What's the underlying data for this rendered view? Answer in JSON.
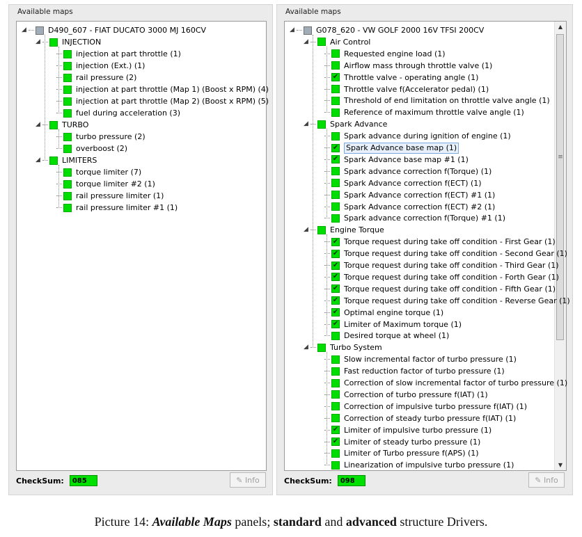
{
  "left_panel": {
    "title": "Available maps",
    "checksum_label": "CheckSum:",
    "checksum_value": "085",
    "info_button": "Info",
    "tree": [
      {
        "label": "D490_607 - FIAT DUCATO 3000 MJ 160CV",
        "level": 0,
        "box": "n",
        "exp": "◢"
      },
      {
        "label": "INJECTION",
        "level": 1,
        "box": "g",
        "exp": "◢"
      },
      {
        "label": "injection at part throttle (1)",
        "level": 2,
        "box": "g"
      },
      {
        "label": "injection (Ext.) (1)",
        "level": 2,
        "box": "g"
      },
      {
        "label": "rail pressure (2)",
        "level": 2,
        "box": "g"
      },
      {
        "label": "injection at part throttle (Map 1) (Boost x RPM) (4)",
        "level": 2,
        "box": "g"
      },
      {
        "label": "injection at part throttle (Map 2) (Boost x RPM) (5)",
        "level": 2,
        "box": "g"
      },
      {
        "label": "fuel during acceleration (3)",
        "level": 2,
        "box": "g"
      },
      {
        "label": "TURBO",
        "level": 1,
        "box": "g",
        "exp": "◢"
      },
      {
        "label": "turbo pressure (2)",
        "level": 2,
        "box": "g"
      },
      {
        "label": "overboost (2)",
        "level": 2,
        "box": "g"
      },
      {
        "label": "LIMITERS",
        "level": 1,
        "box": "g",
        "exp": "◢"
      },
      {
        "label": "torque limiter (7)",
        "level": 2,
        "box": "g"
      },
      {
        "label": "torque limiter #2 (1)",
        "level": 2,
        "box": "g"
      },
      {
        "label": "rail pressure limiter (1)",
        "level": 2,
        "box": "g"
      },
      {
        "label": "rail pressure limiter #1 (1)",
        "level": 2,
        "box": "g"
      }
    ]
  },
  "right_panel": {
    "title": "Available maps",
    "checksum_label": "CheckSum:",
    "checksum_value": "098",
    "info_button": "Info",
    "tree": [
      {
        "label": "G078_620 - VW GOLF 2000 16V TFSI 200CV",
        "level": 0,
        "box": "n",
        "exp": "◢"
      },
      {
        "label": "Air Control",
        "level": 1,
        "box": "g",
        "exp": "◢"
      },
      {
        "label": "Requested engine load (1)",
        "level": 2,
        "box": "g"
      },
      {
        "label": "Airflow mass through throttle valve (1)",
        "level": 2,
        "box": "g"
      },
      {
        "label": "Throttle valve - operating angle (1)",
        "level": 2,
        "box": "c"
      },
      {
        "label": "Throttle valve f(Accelerator pedal) (1)",
        "level": 2,
        "box": "g"
      },
      {
        "label": "Threshold of end limitation on throttle valve angle (1)",
        "level": 2,
        "box": "g"
      },
      {
        "label": "Reference of maximum throttle valve angle (1)",
        "level": 2,
        "box": "g"
      },
      {
        "label": "Spark Advance",
        "level": 1,
        "box": "g",
        "exp": "◢"
      },
      {
        "label": "Spark advance during ignition of engine (1)",
        "level": 2,
        "box": "g"
      },
      {
        "label": "Spark Advance base map (1)",
        "level": 2,
        "box": "c",
        "sel": true
      },
      {
        "label": "Spark Advance base map #1 (1)",
        "level": 2,
        "box": "c"
      },
      {
        "label": "Spark advance correction f(Torque) (1)",
        "level": 2,
        "box": "g"
      },
      {
        "label": "Spark Advance correction f(ECT) (1)",
        "level": 2,
        "box": "g"
      },
      {
        "label": "Spark Advance correction f(ECT) #1 (1)",
        "level": 2,
        "box": "g"
      },
      {
        "label": "Spark Advance correction f(ECT) #2 (1)",
        "level": 2,
        "box": "g"
      },
      {
        "label": "Spark advance correction f(Torque) #1 (1)",
        "level": 2,
        "box": "g"
      },
      {
        "label": "Engine Torque",
        "level": 1,
        "box": "g",
        "exp": "◢"
      },
      {
        "label": "Torque request during take off condition - First Gear (1)",
        "level": 2,
        "box": "c"
      },
      {
        "label": "Torque request during take off condition - Second Gear (1)",
        "level": 2,
        "box": "c"
      },
      {
        "label": "Torque request during take off condition - Third Gear (1)",
        "level": 2,
        "box": "c"
      },
      {
        "label": "Torque request during take off condition - Forth Gear (1)",
        "level": 2,
        "box": "c"
      },
      {
        "label": "Torque request during take off condition - Fifth Gear (1)",
        "level": 2,
        "box": "c"
      },
      {
        "label": "Torque request during take off condition - Reverse Gear (1)",
        "level": 2,
        "box": "c"
      },
      {
        "label": "Optimal engine torque (1)",
        "level": 2,
        "box": "c"
      },
      {
        "label": "Limiter of Maximum torque (1)",
        "level": 2,
        "box": "c"
      },
      {
        "label": "Desired torque at wheel (1)",
        "level": 2,
        "box": "g"
      },
      {
        "label": "Turbo System",
        "level": 1,
        "box": "g",
        "exp": "◢"
      },
      {
        "label": "Slow incremental factor of turbo pressure (1)",
        "level": 2,
        "box": "g"
      },
      {
        "label": "Fast reduction factor of turbo pressure (1)",
        "level": 2,
        "box": "g"
      },
      {
        "label": "Correction of slow incremental factor of turbo pressure (1)",
        "level": 2,
        "box": "g"
      },
      {
        "label": "Correction of turbo pressure f(IAT) (1)",
        "level": 2,
        "box": "g"
      },
      {
        "label": "Correction of impulsive turbo pressure f(IAT) (1)",
        "level": 2,
        "box": "g"
      },
      {
        "label": "Correction of steady turbo pressure f(IAT) (1)",
        "level": 2,
        "box": "g"
      },
      {
        "label": "Limiter of impulsive turbo pressure (1)",
        "level": 2,
        "box": "c"
      },
      {
        "label": "Limiter of steady turbo pressure (1)",
        "level": 2,
        "box": "c"
      },
      {
        "label": "Limiter of Turbo pressure f(APS) (1)",
        "level": 2,
        "box": "g"
      },
      {
        "label": "Linearization of impulsive turbo pressure (1)",
        "level": 2,
        "box": "g"
      }
    ]
  },
  "caption": {
    "prefix": "Picture 14: ",
    "italic": "Available Maps",
    "t1": " panels; ",
    "b1": "standard",
    "t2": " and ",
    "b2": "advanced",
    "t3": " structure Drivers."
  }
}
